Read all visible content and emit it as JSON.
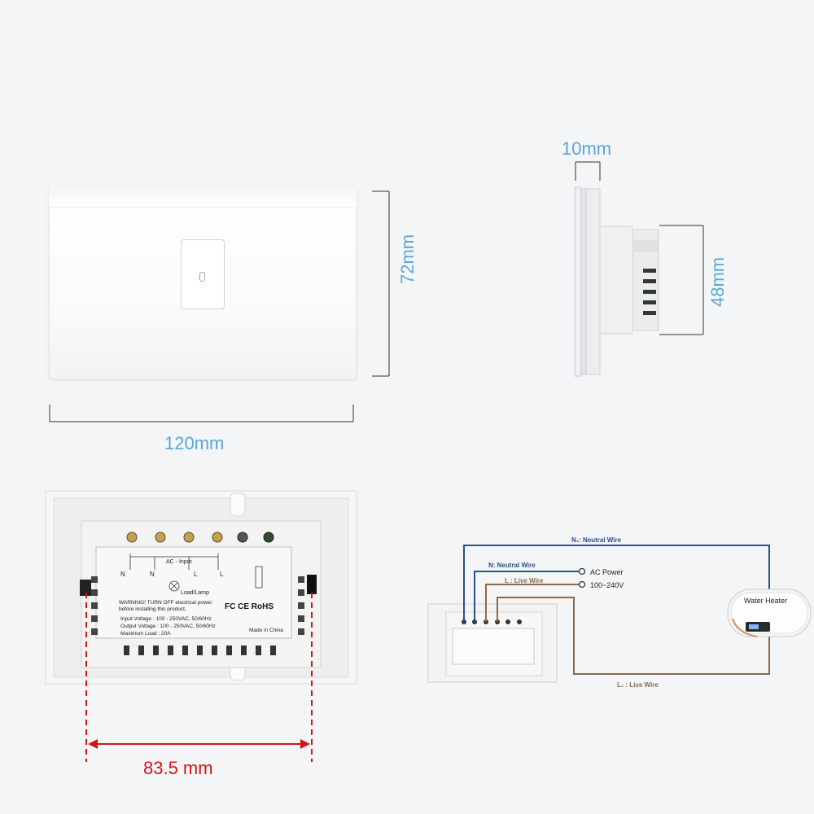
{
  "dimensions": {
    "width": "120mm",
    "height": "72mm",
    "depth": "10mm",
    "box_height": "48mm",
    "mount_spacing": "83.5 mm"
  },
  "back_label": {
    "terminals": [
      "N",
      "N",
      "L",
      "L"
    ],
    "ac_input": "AC - Input",
    "load": "Load/Lamp",
    "warning_1": "WARNING! TURN OFF electrical power",
    "warning_2": "before installing this product.",
    "spec_input": "·Input Voltage : 100 - 250VAC, 50/60Hz",
    "spec_output": "·Output Voltage : 100 - 250VAC, 50/60Hz",
    "spec_load": "·Maximum Load : 20A",
    "certs": "FC CE RoHS",
    "origin": "Made in China"
  },
  "wiring": {
    "n1_neutral": "N₁: Neutral Wire",
    "n_neutral": "N: Neutral Wire",
    "l_live": "L : Live Wire",
    "l1_live": "L₁ : Live Wire",
    "ac_power": "AC Power",
    "voltage": "100~240V",
    "appliance": "Water Heater"
  },
  "colors": {
    "dimension_blue": "#5aa6d8",
    "dimension_red": "#d01515",
    "neutral_wire": "#2c4f8f",
    "live_wire": "#8a6a4a"
  }
}
